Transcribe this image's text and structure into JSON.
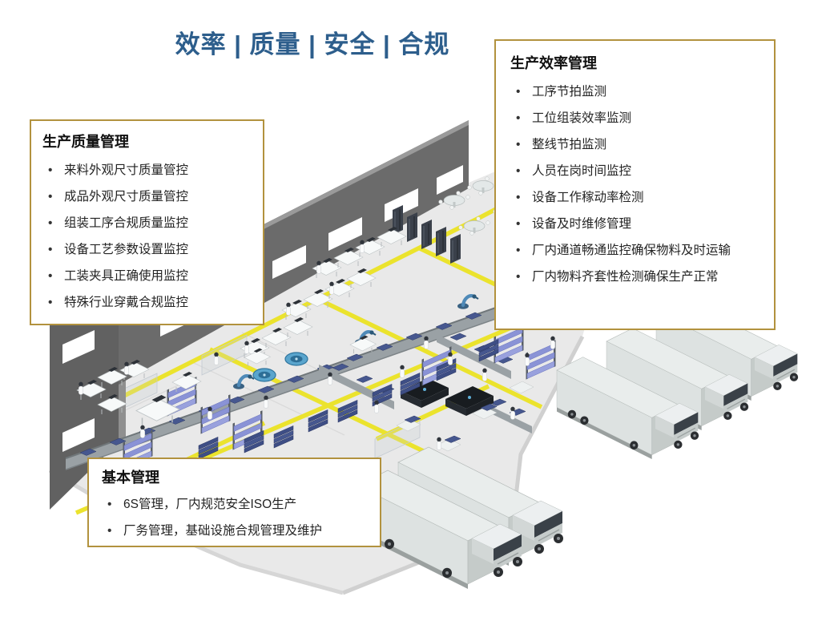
{
  "slide": {
    "title": "效率 | 质量 | 安全 | 合规",
    "boxes": {
      "quality": {
        "heading": "生产质量管理",
        "items": [
          "来料外观尺寸质量管控",
          "成品外观尺寸质量管控",
          "组装工序合规质量监控",
          "设备工艺参数设置监控",
          "工装夹具正确使用监控",
          "特殊行业穿戴合规监控"
        ]
      },
      "efficiency": {
        "heading": "生产效率管理",
        "items": [
          "工序节拍监测",
          "工位组装效率监测",
          "整线节拍监测",
          "人员在岗时间监控",
          "设备工作稼动率检测",
          "设备及时维修管理",
          "厂内通道畅通监控确保物料及时运输",
          "厂内物料齐套性检测确保生产正常"
        ]
      },
      "basic": {
        "heading": "基本管理",
        "items": [
          "6S管理，厂内规范安全ISO生产",
          "厂务管理，基础设施合规管理及维护"
        ]
      }
    },
    "colors": {
      "title_blue": "#2d5e8c",
      "box_border_gold": "#b2923e",
      "lane_yellow": "#ebe32d",
      "bin_periwinkle": "#8a93d6",
      "bin_navy": "#46578f",
      "wall_gray": "#6b6b6b",
      "floor_gray": "#e9e9e9"
    }
  }
}
